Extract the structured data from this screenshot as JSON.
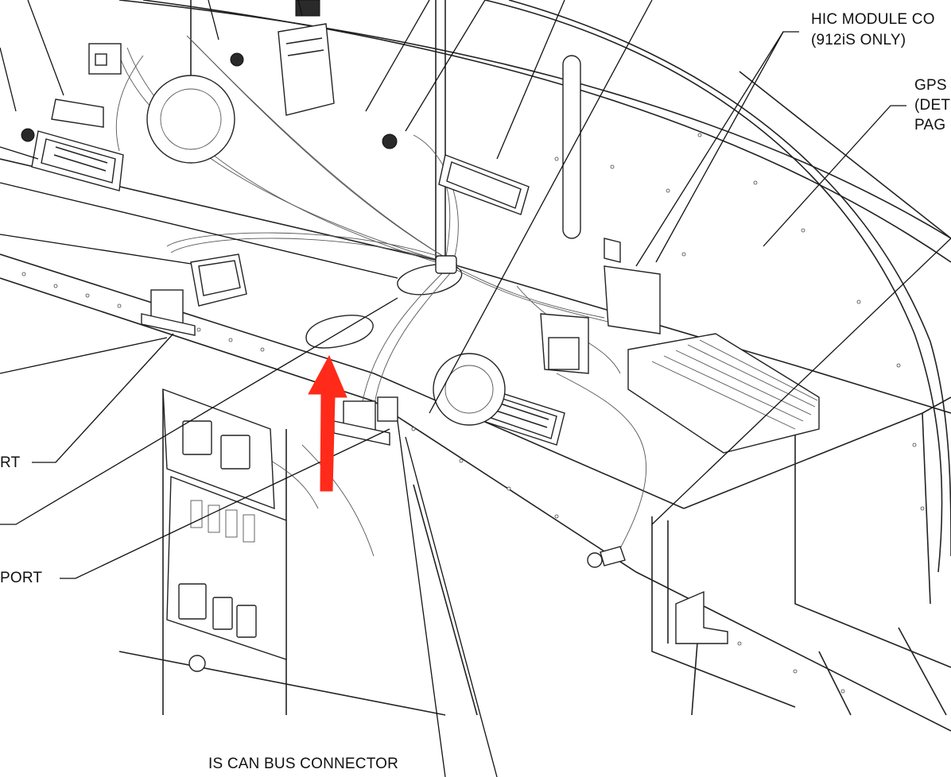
{
  "labels": {
    "hic_module_line1": "HIC MODULE CO",
    "hic_module_line2": "(912iS ONLY)",
    "gps_line1": "GPS",
    "gps_line2": "(DET",
    "gps_line3": "PAG",
    "left_label_1": "RT",
    "left_label_2": "PORT",
    "bottom_label": "IS CAN BUS CONNECTOR"
  },
  "colors": {
    "line": "#222222",
    "arrow": "#ff2a1a",
    "background": "#ffffff"
  }
}
